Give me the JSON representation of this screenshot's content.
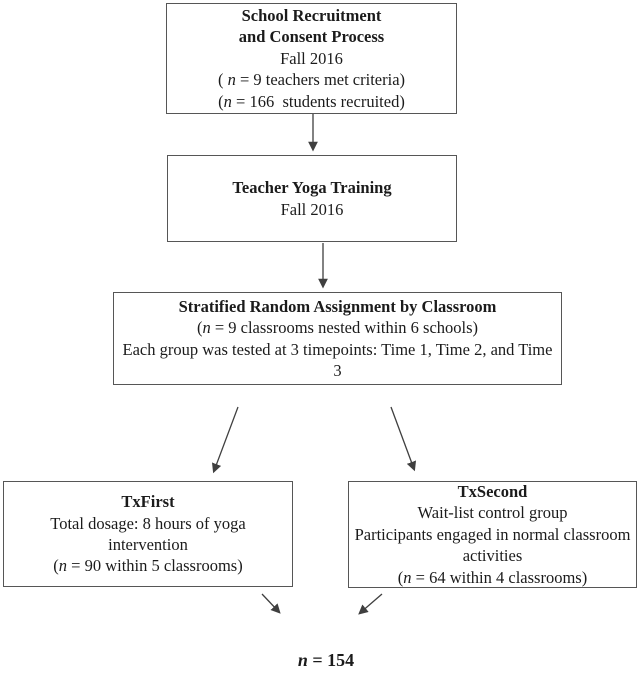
{
  "figure": {
    "title": "Study enrollment and assignment flow diagram",
    "background_color": "#ffffff",
    "box_border_color": "#565656",
    "arrow_color": "#3f3f3f",
    "text_color": "#1b1b1b"
  },
  "boxes": {
    "recruitment": {
      "lines": [
        [
          {
            "t": "School Recruitment",
            "b": true
          }
        ],
        [
          {
            "t": "and Consent Process",
            "b": true
          }
        ],
        [
          {
            "t": "Fall 2016"
          }
        ],
        [
          {
            "t": "( "
          },
          {
            "t": "n",
            "i": true
          },
          {
            "t": " = 9 teachers met criteria)"
          }
        ],
        [
          {
            "t": "("
          },
          {
            "t": "n",
            "i": true
          },
          {
            "t": " = 166  students recruited)"
          }
        ]
      ]
    },
    "training": {
      "lines": [
        [
          {
            "t": "Teacher Yoga Training",
            "b": true
          }
        ],
        [
          {
            "t": "Fall 2016"
          }
        ]
      ]
    },
    "assignment": {
      "lines": [
        [
          {
            "t": "Stratified Random Assignment by Classroom",
            "b": true
          }
        ],
        [
          {
            "t": "("
          },
          {
            "t": "n",
            "i": true
          },
          {
            "t": " = 9 classrooms nested within 6 schools)"
          }
        ],
        [
          {
            "t": "Each group was tested at 3 timepoints: Time 1, Time 2, and Time"
          }
        ],
        [
          {
            "t": "3"
          }
        ]
      ]
    },
    "tx_first": {
      "lines": [
        [
          {
            "t": "TxFirst",
            "b": true
          }
        ],
        [
          {
            "t": "Total dosage: 8 hours of yoga"
          }
        ],
        [
          {
            "t": "intervention"
          }
        ],
        [
          {
            "t": "("
          },
          {
            "t": "n",
            "i": true
          },
          {
            "t": " = 90 within 5 classrooms)"
          }
        ]
      ]
    },
    "tx_second": {
      "lines": [
        [
          {
            "t": "TxSecond",
            "b": true
          }
        ],
        [
          {
            "t": "Wait-list control group"
          }
        ],
        [
          {
            "t": "Participants engaged in normal classroom"
          }
        ],
        [
          {
            "t": "activities"
          }
        ],
        [
          {
            "t": "("
          },
          {
            "t": "n",
            "i": true
          },
          {
            "t": " = 64 within 4 classrooms)"
          }
        ]
      ]
    }
  },
  "total": {
    "lines": [
      [
        {
          "t": "n",
          "b": true,
          "i": true
        },
        {
          "t": " = 154",
          "b": true
        }
      ]
    ]
  }
}
